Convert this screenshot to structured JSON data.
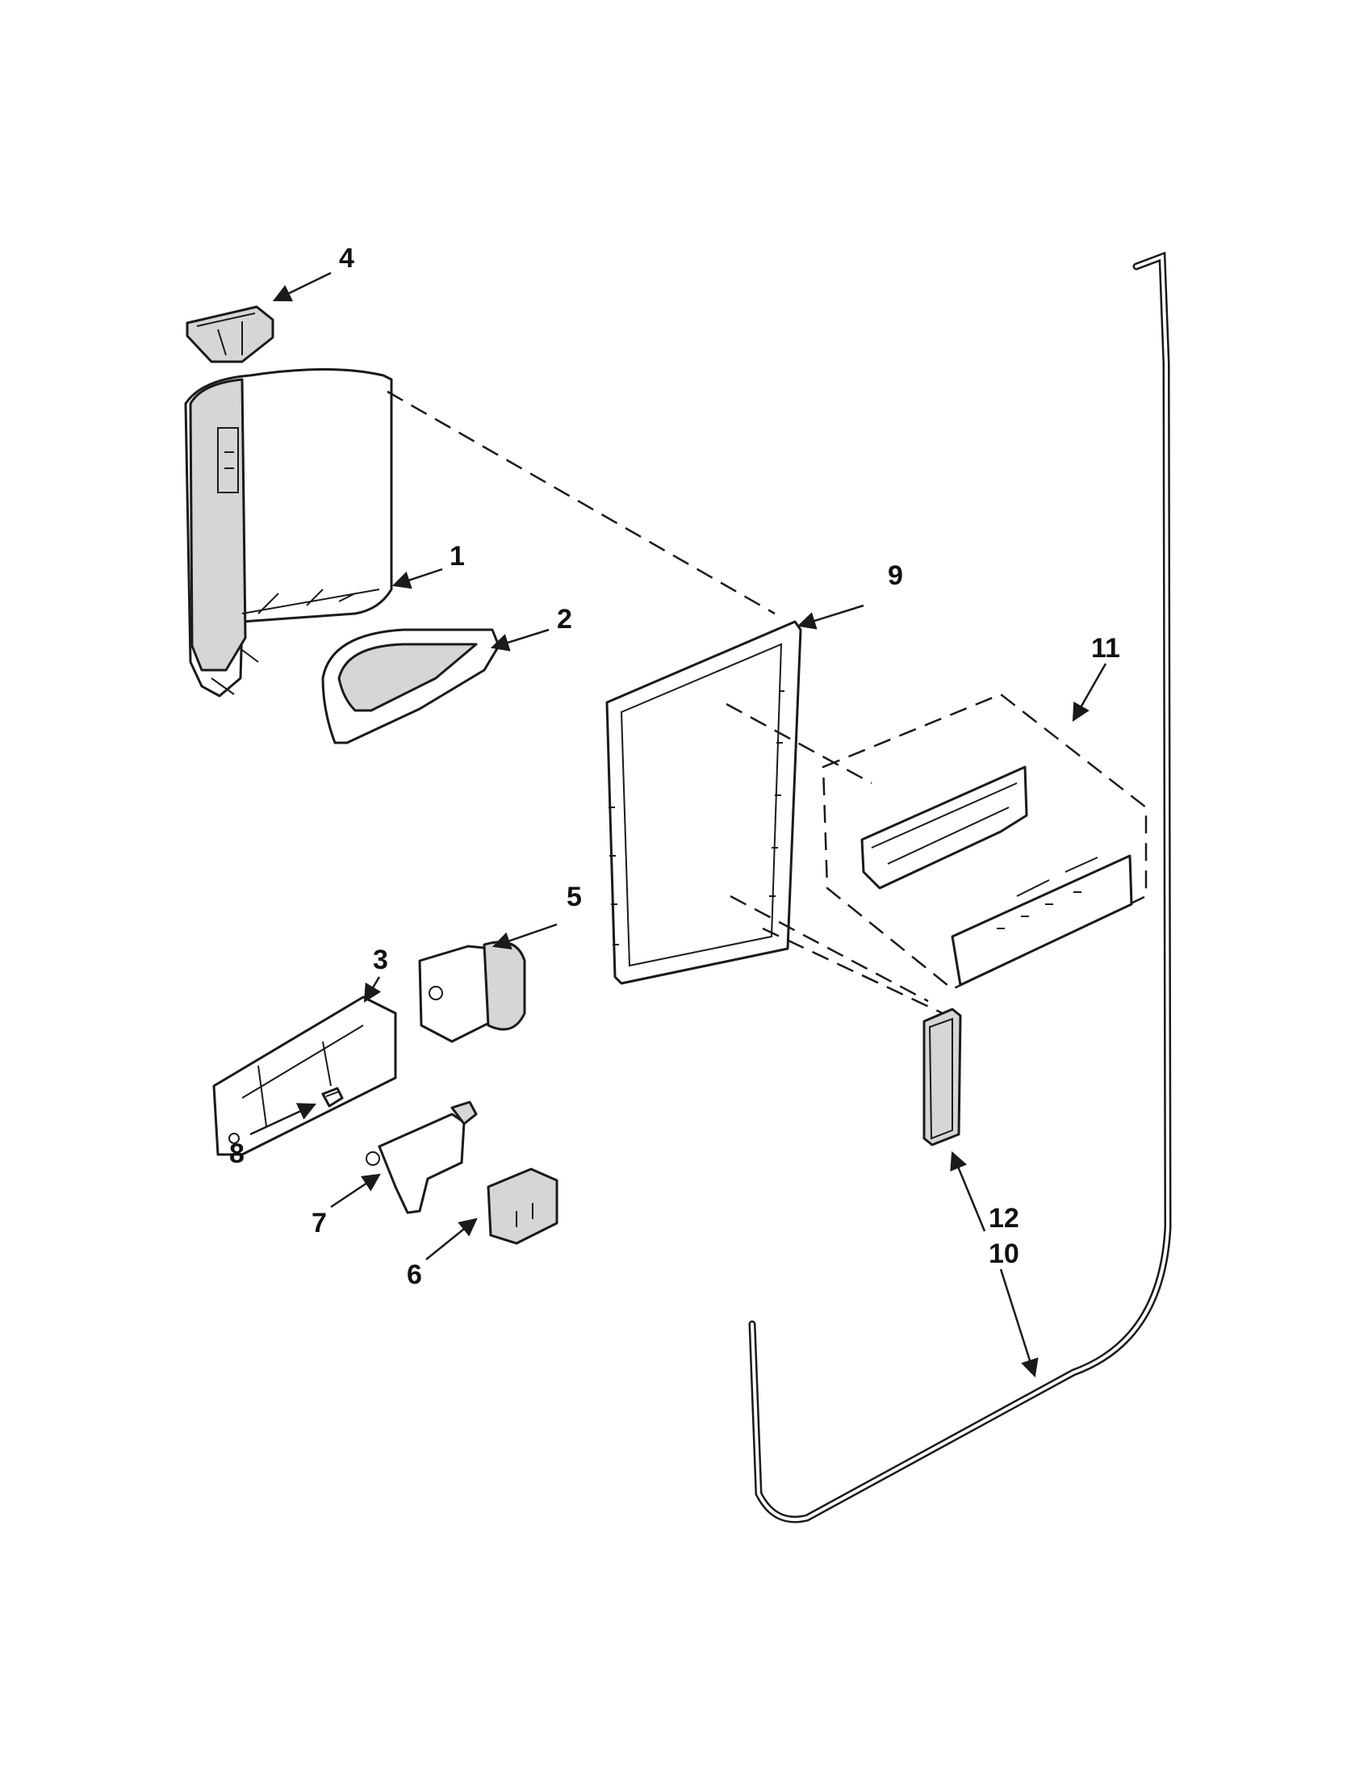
{
  "callouts": {
    "c1": "1",
    "c2": "2",
    "c3": "3",
    "c4": "4",
    "c5": "5",
    "c6": "6",
    "c7": "7",
    "c8": "8",
    "c9": "9",
    "c10": "10",
    "c11": "11",
    "c12": "12"
  },
  "colors": {
    "line": "#1a1a1a",
    "shade": "#d6d6d6",
    "background": "#ffffff"
  }
}
